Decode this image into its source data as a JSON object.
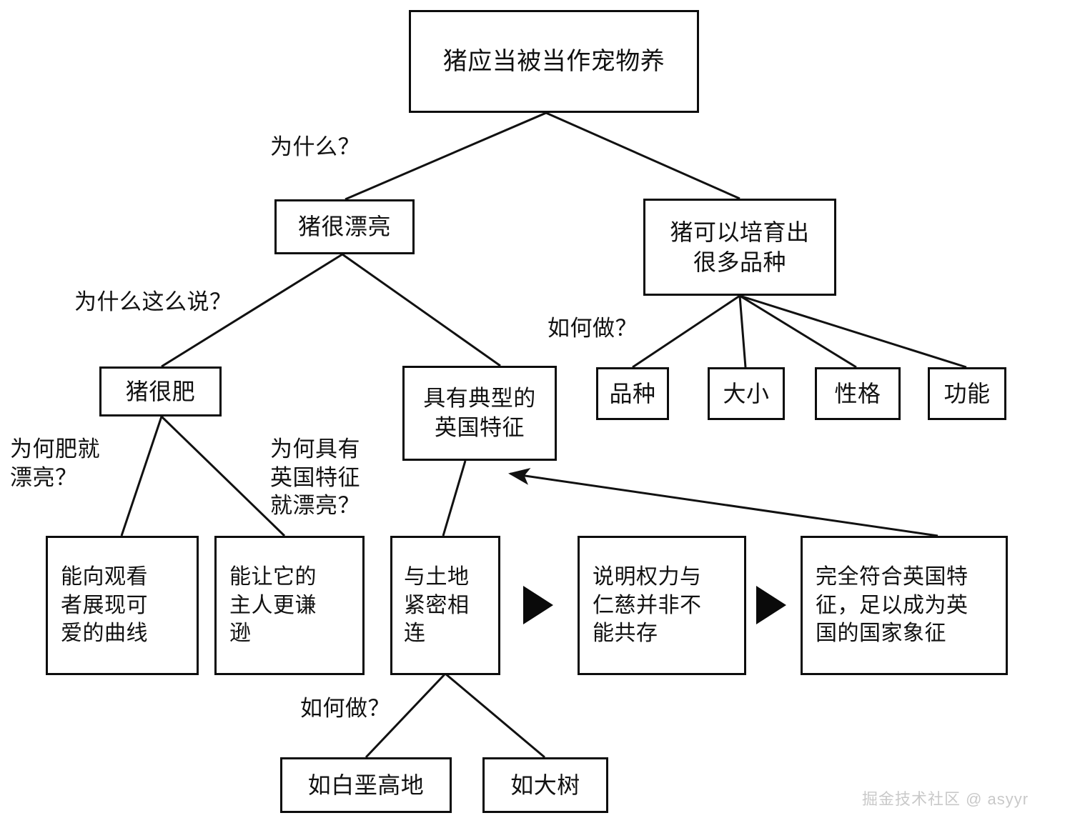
{
  "diagram": {
    "title_text": "猪应当被当作宠物养",
    "watermark": "掘金技术社区 @ asyyr",
    "colors": {
      "box_border": "#0d0d0d",
      "background": "#ffffff",
      "text": "#111111",
      "edge": "#111111",
      "watermark": "#c9c9c9"
    },
    "nodes": {
      "root": "猪应当被当作宠物养",
      "pig_pretty": "猪很漂亮",
      "pig_breeds": "猪可以培育出\n很多品种",
      "pig_fat": "猪很肥",
      "british_traits": "具有典型的\n英国特征",
      "breed": "品种",
      "size": "大小",
      "character": "性格",
      "function": "功能",
      "show_curves": "能向观看\n者展现可\n爱的曲线",
      "owner_humble": "能让它的\n主人更谦\n逊",
      "land_linked": "与土地\n紧密相\n连",
      "power_kindness": "说明权力与\n仁慈并非不\n能共存",
      "national_symbol": "完全符合英国特\n征，足以成为英\n国的国家象征",
      "chalk_uplands": "如白垩高地",
      "big_tree": "如大树"
    },
    "edge_labels": {
      "why": "为什么？",
      "why_say_that": "为什么这么说？",
      "how_to_do_breeds": "如何做？",
      "why_fat_pretty": "为何肥就\n漂亮？",
      "why_british_pretty": "为何具有\n英国特征\n就漂亮？",
      "how_to_do_land": "如何做？"
    }
  }
}
